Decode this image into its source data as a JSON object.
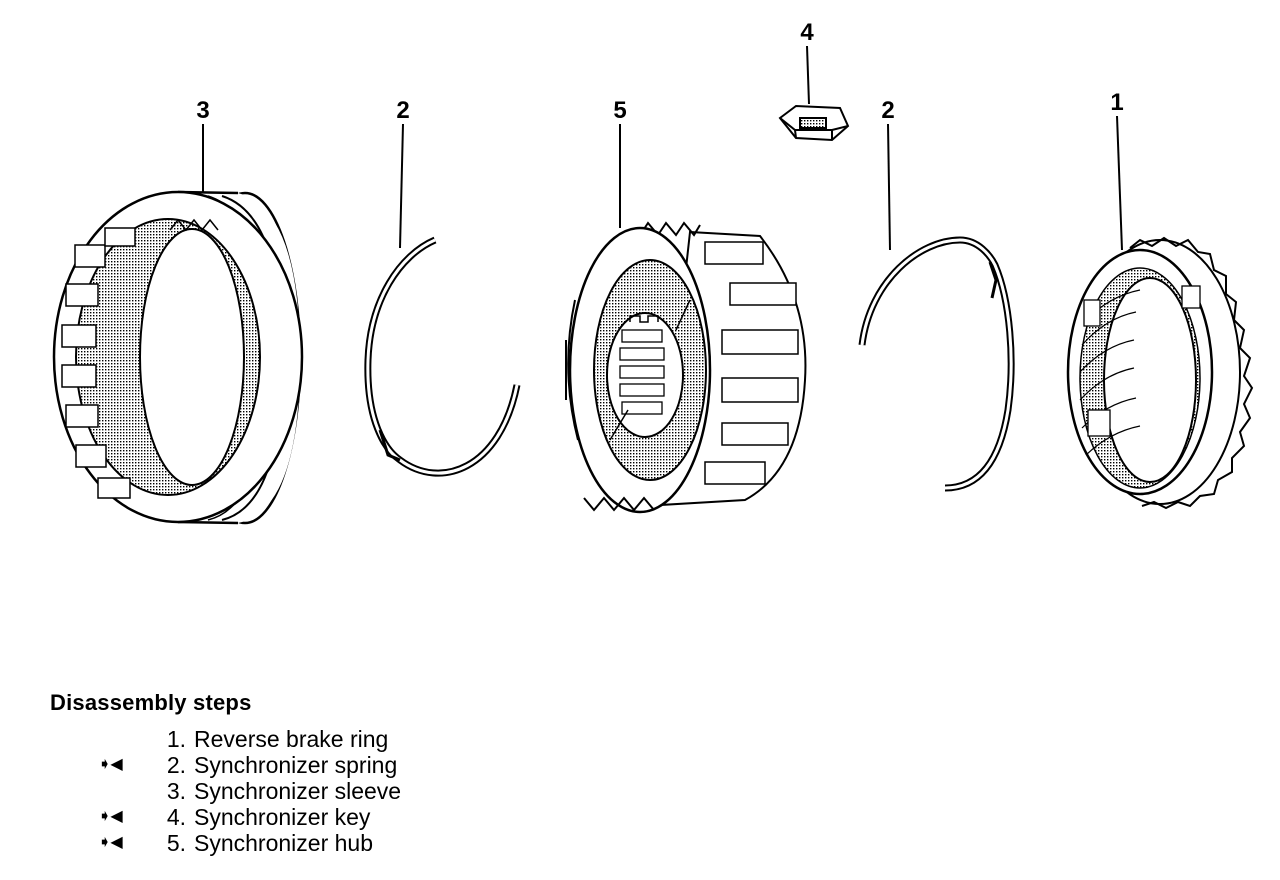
{
  "diagram": {
    "callouts": {
      "sleeve": "3",
      "spring_left": "2",
      "hub": "5",
      "key": "4",
      "spring_right": "2",
      "brake_ring": "1"
    }
  },
  "legend": {
    "title": "Disassembly steps",
    "steps": [
      {
        "number": "1.",
        "label": "Reverse brake ring",
        "mark": ""
      },
      {
        "number": "2.",
        "label": "Synchronizer spring",
        "mark": "➧◀"
      },
      {
        "number": "3.",
        "label": "Synchronizer sleeve",
        "mark": ""
      },
      {
        "number": "4.",
        "label": "Synchronizer key",
        "mark": "➧◀"
      },
      {
        "number": "5.",
        "label": "Synchronizer hub",
        "mark": "➧◀"
      }
    ]
  },
  "colors": {
    "ink": "#000000",
    "shade": "#b5b5b5",
    "paper": "#ffffff"
  }
}
